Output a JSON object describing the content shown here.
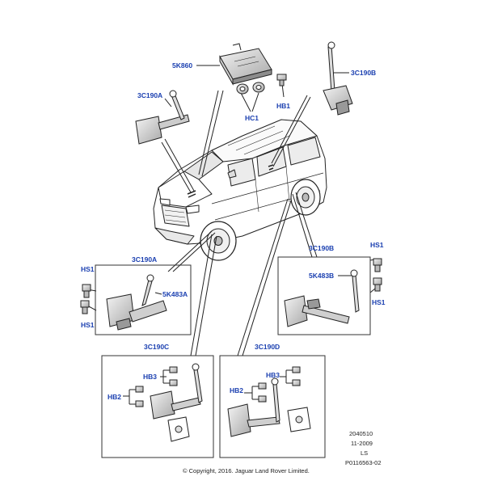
{
  "labels": {
    "p_5k860": "5K860",
    "p_3c190b_top": "3C190B",
    "p_3c190a_top": "3C190A",
    "p_hb1": "HB1",
    "p_hc1": "HC1",
    "p_3c190a_box": "3C190A",
    "p_hs1_a1": "HS1",
    "p_5k483a": "5K483A",
    "p_hs1_a2": "HS1",
    "p_3c190b_box": "3C190B",
    "p_hs1_b1": "HS1",
    "p_5k483b": "5K483B",
    "p_hs1_b2": "HS1",
    "p_3c190c": "3C190C",
    "p_hb3_c": "HB3",
    "p_hb2_c": "HB2",
    "p_3c190d": "3C190D",
    "p_hb3_d": "HB3",
    "p_hb2_d": "HB2"
  },
  "meta": {
    "code": "2040510",
    "date": "11-2009",
    "ls": "LS",
    "ref": "P0116563-02",
    "copyright": "© Copyright, 2016. Jaguar Land Rover Limited."
  },
  "colors": {
    "label": "#1a3fb0",
    "line": "#222222",
    "part_fill": "#efefef",
    "part_dark": "#9a9a9a"
  }
}
